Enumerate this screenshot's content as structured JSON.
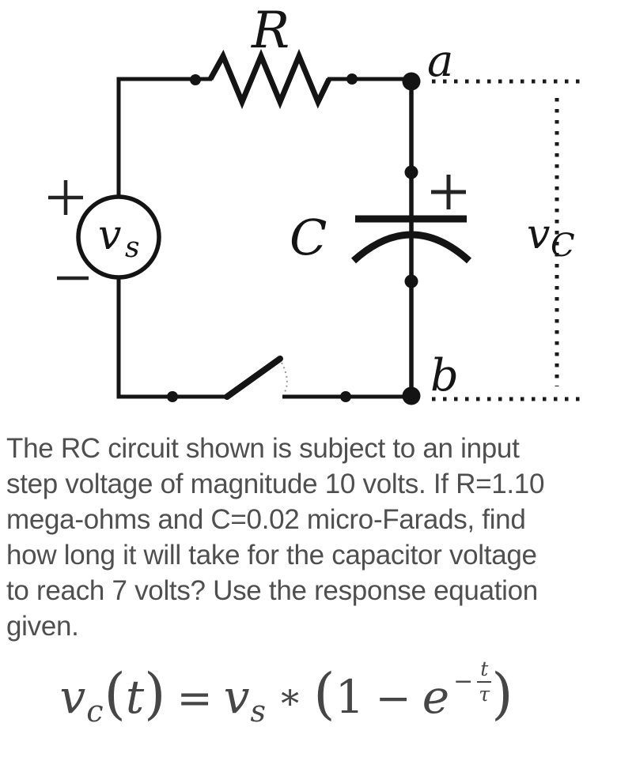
{
  "circuit": {
    "labels": {
      "R": "R",
      "node_a": "a",
      "node_b": "b",
      "C": "C",
      "source_v": "v",
      "source_sub": "s",
      "cap_voltage_v": "v",
      "cap_voltage_sub": "C",
      "source_plus": "+",
      "source_minus": "−",
      "cap_plus": "+"
    },
    "colors": {
      "wire": "#141414",
      "dotted": "#1a1a1a",
      "switch_arc": "#9a9a9a"
    }
  },
  "problem": {
    "lines": [
      "The RC circuit shown is subject to an input",
      "step voltage of magnitude 10 volts. If R=1.10",
      "mega-ohms and C=0.02 micro-Farads, find",
      "how long it will take for the capacitor voltage",
      "to reach 7 volts? Use the response equation",
      "given."
    ],
    "values": {
      "step_voltage_volts": "10",
      "R": "1.10 mega-ohms",
      "C": "0.02 micro-Farads",
      "target_voltage_volts": "7"
    }
  },
  "equation": {
    "v1": "v",
    "sub_c": "c",
    "open_paren": "(",
    "t": "t",
    "close_paren": ")",
    "equals": "=",
    "v2": "v",
    "sub_s": "s",
    "star": "∗",
    "one": "1",
    "minus": "−",
    "e": "e",
    "exp_minus": "−",
    "exp_num": "t",
    "exp_den": "τ"
  }
}
